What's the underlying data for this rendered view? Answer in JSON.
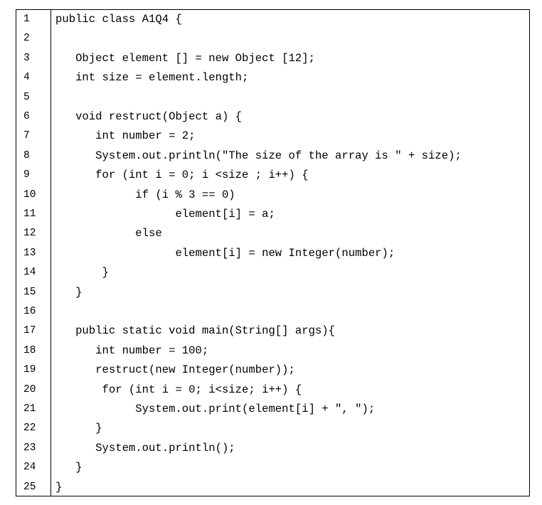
{
  "code": {
    "line_numbers": [
      "1",
      "2",
      "3",
      "4",
      "5",
      "6",
      "7",
      "8",
      "9",
      "10",
      "11",
      "12",
      "13",
      "14",
      "15",
      "16",
      "17",
      "18",
      "19",
      "20",
      "21",
      "22",
      "23",
      "24",
      "25"
    ],
    "lines": [
      "public class A1Q4 {",
      "",
      "   Object element [] = new Object [12];",
      "   int size = element.length;",
      "",
      "   void restruct(Object a) {",
      "      int number = 2;",
      "      System.out.println(\"The size of the array is \" + size);",
      "      for (int i = 0; i <size ; i++) {",
      "            if (i % 3 == 0)",
      "                  element[i] = a;",
      "            else",
      "                  element[i] = new Integer(number);",
      "       }",
      "   }",
      "",
      "   public static void main(String[] args){",
      "      int number = 100;",
      "      restruct(new Integer(number));",
      "       for (int i = 0; i<size; i++) {",
      "            System.out.print(element[i] + \", \");",
      "      }",
      "      System.out.println();",
      "   }",
      "}"
    ]
  }
}
